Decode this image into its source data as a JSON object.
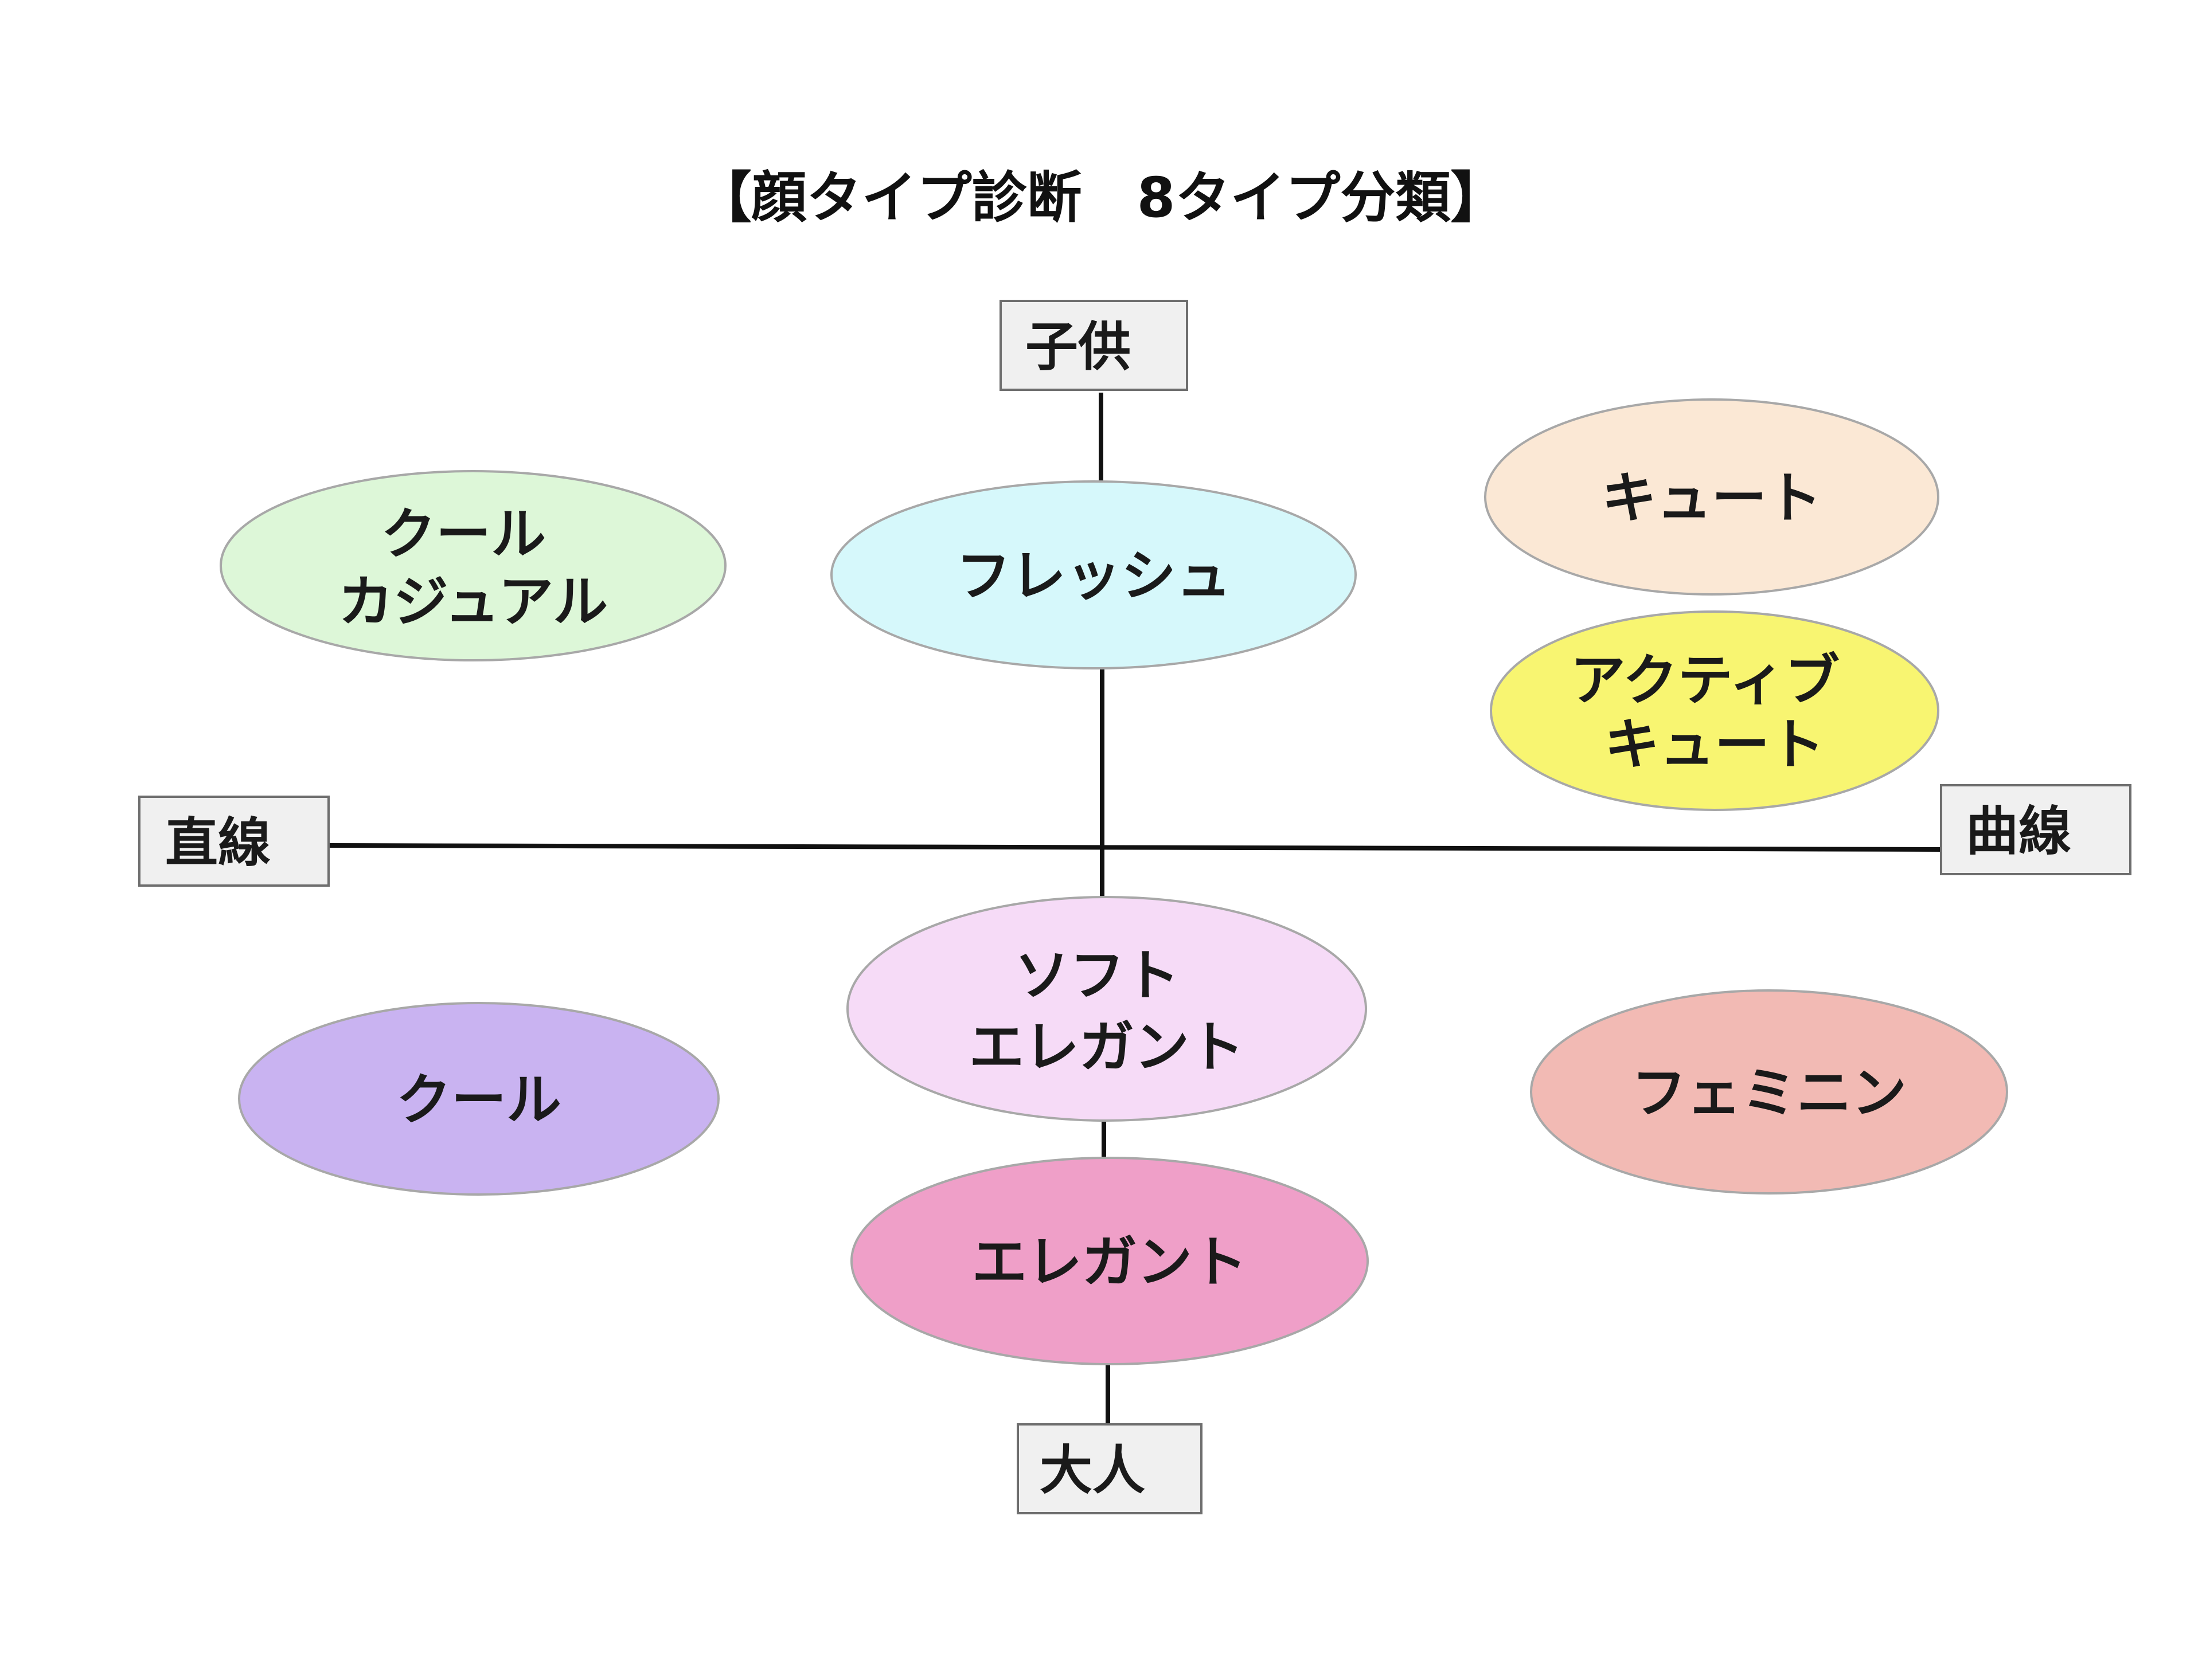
{
  "title": "【顔タイプ診断　8タイプ分類】",
  "axes": {
    "top": "子供",
    "bottom": "大人",
    "left": "直線",
    "right": "曲線"
  },
  "types": {
    "cool_casual": {
      "lines": [
        "クール",
        "カジュアル"
      ],
      "fill": "#ddf7d8"
    },
    "fresh": {
      "lines": [
        "フレッシュ"
      ],
      "fill": "#d6f8fb"
    },
    "cute": {
      "lines": [
        "キュート"
      ],
      "fill": "#fbe8d5"
    },
    "active_cute": {
      "lines": [
        "アクティブ",
        "キュート"
      ],
      "fill": "#f8f571"
    },
    "soft_elegant": {
      "lines": [
        "ソフト",
        "エレガント"
      ],
      "fill": "#f6dbf7"
    },
    "cool": {
      "lines": [
        "クール"
      ],
      "fill": "#c9b3f1"
    },
    "feminine": {
      "lines": [
        "フェミニン"
      ],
      "fill": "#f2bab4"
    },
    "elegant": {
      "lines": [
        "エレガント"
      ],
      "fill": "#ef9fc8"
    }
  }
}
